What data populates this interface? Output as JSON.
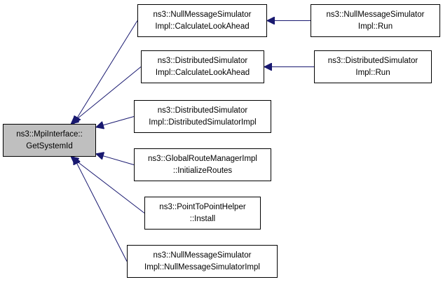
{
  "colors": {
    "edge": "#191970",
    "focus_fill": "#bfbfbf",
    "node_fill": "#ffffff",
    "border": "#000000"
  },
  "nodes": [
    {
      "id": "mpi",
      "focus": true,
      "line1": "ns3::MpiInterface::",
      "line2": "GetSystemId"
    },
    {
      "id": "nms_cla",
      "line1": "ns3::NullMessageSimulator",
      "line2": "Impl::CalculateLookAhead"
    },
    {
      "id": "nms_run",
      "line1": "ns3::NullMessageSimulator",
      "line2": "Impl::Run"
    },
    {
      "id": "ds_cla",
      "line1": "ns3::DistributedSimulator",
      "line2": "Impl::CalculateLookAhead"
    },
    {
      "id": "ds_run",
      "line1": "ns3::DistributedSimulator",
      "line2": "Impl::Run"
    },
    {
      "id": "ds_ctor",
      "line1": "ns3::DistributedSimulator",
      "line2": "Impl::DistributedSimulatorImpl"
    },
    {
      "id": "grm",
      "line1": "ns3::GlobalRouteManagerImpl",
      "line2": "::InitializeRoutes"
    },
    {
      "id": "p2p",
      "line1": "ns3::PointToPointHelper",
      "line2": "::Install"
    },
    {
      "id": "nms_ctor",
      "line1": "ns3::NullMessageSimulator",
      "line2": "Impl::NullMessageSimulatorImpl"
    }
  ],
  "edges": [
    {
      "from": "nms_cla",
      "to": "mpi"
    },
    {
      "from": "ds_cla",
      "to": "mpi"
    },
    {
      "from": "ds_ctor",
      "to": "mpi"
    },
    {
      "from": "grm",
      "to": "mpi"
    },
    {
      "from": "p2p",
      "to": "mpi"
    },
    {
      "from": "nms_ctor",
      "to": "mpi"
    },
    {
      "from": "nms_run",
      "to": "nms_cla"
    },
    {
      "from": "ds_run",
      "to": "ds_cla"
    }
  ]
}
